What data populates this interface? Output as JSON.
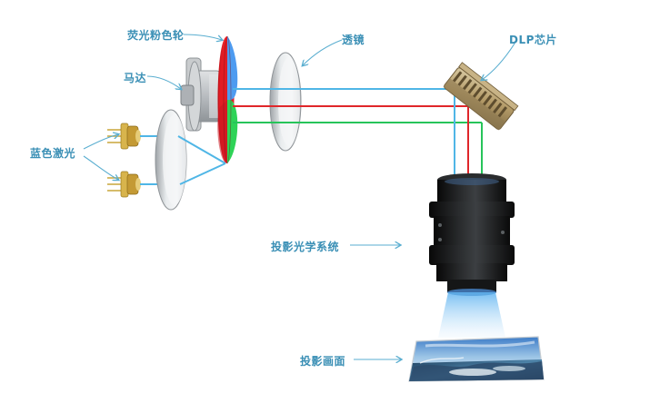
{
  "labels": {
    "phosphor_wheel": "荧光粉色轮",
    "motor": "马达",
    "lens": "透镜",
    "dlp_chip": "DLP芯片",
    "blue_laser": "蓝色激光",
    "projection_optics": "投影光学系统",
    "projected_image": "投影画面"
  },
  "colors": {
    "label": "#3a8fb5",
    "arrow": "#5aaed0",
    "beam_blue": "#4fb6e6",
    "beam_red": "#e0262a",
    "beam_green": "#27c45a"
  }
}
